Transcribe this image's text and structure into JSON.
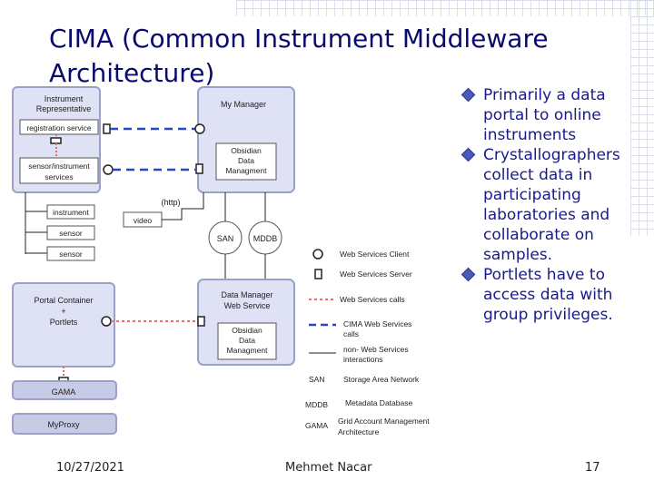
{
  "slide": {
    "title": "CIMA (Common Instrument Middleware Architecture)",
    "bullets": [
      "Primarily a data portal to online instruments",
      "Crystallographers collect data in participating laboratories and collaborate on samples.",
      "Portlets have to access data with group privileges."
    ],
    "footer": {
      "date": "10/27/2021",
      "author": "Mehmet Nacar",
      "page": "17"
    }
  },
  "diagram": {
    "instrument_rep": {
      "title_1": "Instrument",
      "title_2": "Representative",
      "registration": "registration service",
      "sensor_services_1": "sensor/instrument",
      "sensor_services_2": "services"
    },
    "instrument": "instrument",
    "sensor_1": "sensor",
    "sensor_2": "sensor",
    "my_manager": {
      "title": "My Manager",
      "obsidian_1": "Obsidian",
      "obsidian_2": "Data",
      "obsidian_3": "Managment"
    },
    "http": "(http)",
    "video": "video",
    "san": "SAN",
    "mddb": "MDDB",
    "portal_container": {
      "line_1": "Portal Container",
      "line_2": "+",
      "line_3": "Portlets"
    },
    "data_manager": {
      "line_1": "Data Manager",
      "line_2": "Web Service",
      "obsidian_1": "Obsidian",
      "obsidian_2": "Data",
      "obsidian_3": "Managment"
    },
    "gama": "GAMA",
    "myproxy": "MyProxy",
    "legend": {
      "ws_client": "Web Services Client",
      "ws_server": "Web Services Server",
      "ws_calls": "Web Services calls",
      "cima_calls_1": "CIMA Web Services",
      "cima_calls_2": "calls",
      "non_ws_1": "non- Web Services",
      "non_ws_2": "interactions",
      "san_abbr": "SAN",
      "san_desc": "Storage Area Network",
      "mddb_abbr": "MDDB",
      "mddb_desc": "Metadata Database",
      "gama_abbr": "GAMA",
      "gama_desc_1": "Grid Account Management",
      "gama_desc_2": "Architecture"
    },
    "colors": {
      "box_fill": "#dfe1f4",
      "box_stroke": "#9aa0c8",
      "cima_line": "#2a46c8",
      "ws_calls_line": "#e07070"
    }
  }
}
